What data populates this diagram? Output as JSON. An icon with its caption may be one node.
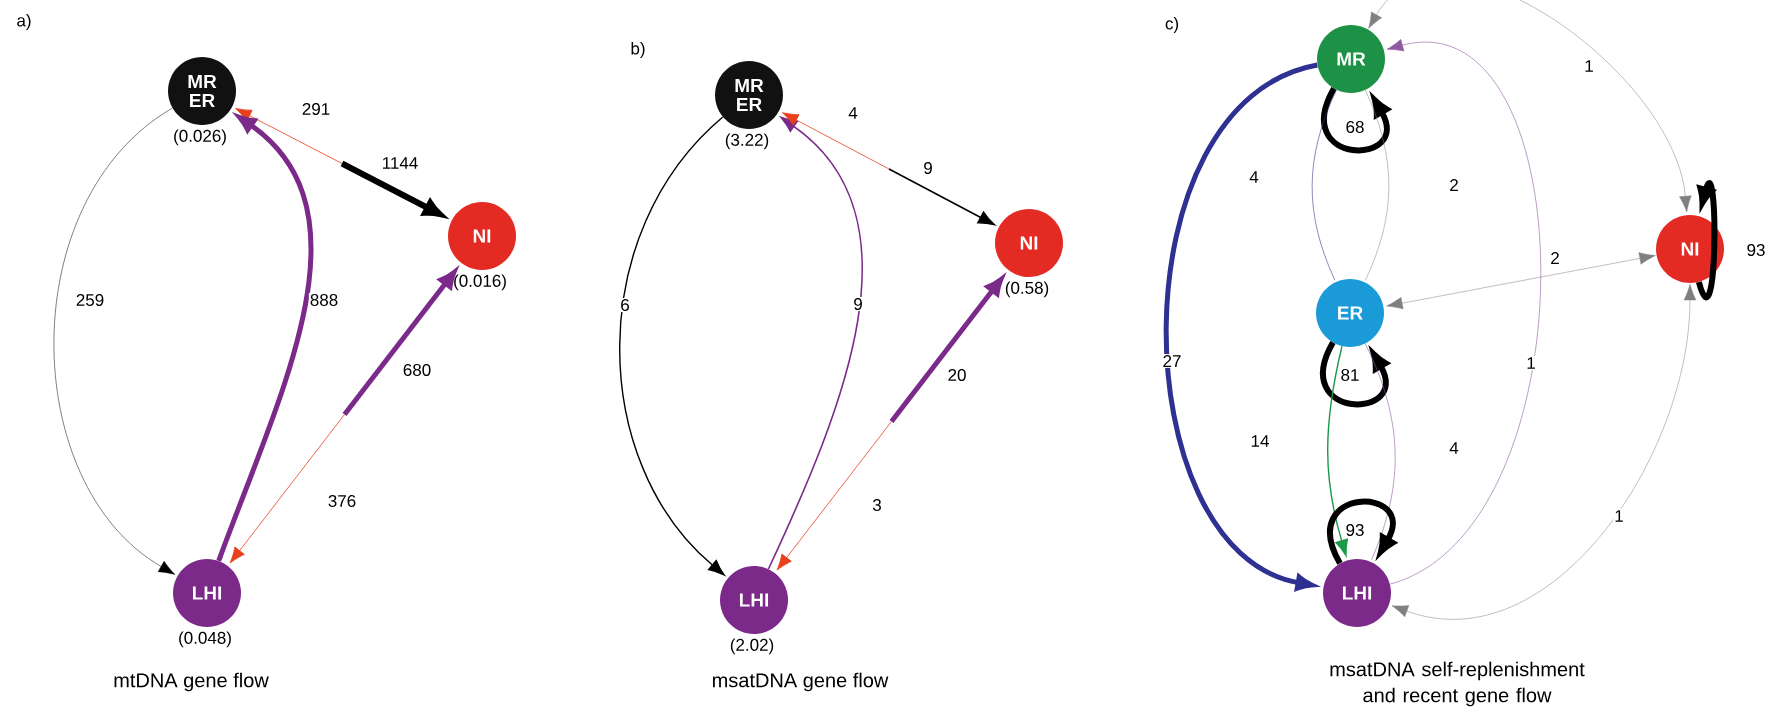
{
  "diagram": {
    "nodes": [
      {
        "text": [
          "MR ER"
        ],
        "beside": [
          "(0.026)"
        ]
      },
      {
        "text": [
          "NI"
        ],
        "beside": [
          "(0.016)"
        ]
      },
      {
        "text": [
          "LHI"
        ],
        "beside": [
          "(0.048)"
        ]
      },
      {
        "text": [
          "MR ER"
        ],
        "beside": [
          "(3.22)"
        ]
      },
      {
        "text": [
          "NI"
        ],
        "beside": [
          "(0.58)"
        ]
      },
      {
        "text": [
          "LHI"
        ],
        "beside": [
          "(2.02)"
        ]
      },
      {
        "text": [
          "MR"
        ]
      },
      {
        "text": [
          "ER"
        ]
      },
      {
        "text": [
          "LHI"
        ]
      },
      {
        "text": [
          "NI"
        ]
      }
    ],
    "edges": [
      {
        "from": null,
        "to": 1,
        "arrow": "to",
        "label": "1144",
        "style": "thick"
      },
      {
        "from": null,
        "to": 0,
        "arrow": "to",
        "label": "291",
        "color": "#e8401c"
      },
      {
        "from": 0,
        "to": 2,
        "arrow": "to",
        "label": "259"
      },
      {
        "from": 2,
        "to": 0,
        "arrow": "to",
        "label": "888",
        "style": "thick",
        "color": "#7b2a8a"
      },
      {
        "from": null,
        "to": 1,
        "arrow": "to",
        "label": "680",
        "style": "thick",
        "color": "#7b2a8a"
      },
      {
        "from": null,
        "to": 2,
        "arrow": "to",
        "label": "376",
        "color": "#e8401c"
      },
      {
        "from": 3,
        "to": 5,
        "arrow": "to",
        "label": "6"
      },
      {
        "from": 5,
        "to": 3,
        "arrow": "to",
        "label": "9",
        "color": "#7b2a8a"
      },
      {
        "from": null,
        "to": 4,
        "arrow": "to",
        "label": "9"
      },
      {
        "from": null,
        "to": 3,
        "arrow": "to",
        "label": "4",
        "color": "#e8401c"
      },
      {
        "from": null,
        "to": 4,
        "arrow": "to",
        "label": "20",
        "style": "thick",
        "color": "#7b2a8a"
      },
      {
        "from": null,
        "to": 5,
        "arrow": "to",
        "label": "3",
        "color": "#e8401c"
      },
      {
        "from": 6,
        "to": 6,
        "arrow": "to",
        "label": "68",
        "style": "thick"
      },
      {
        "from": 6,
        "to": 8,
        "arrow": "to",
        "label": "27",
        "style": "thick",
        "color": "#2e3192"
      },
      {
        "from": 6,
        "to": 7,
        "arrow": "none",
        "label": "4",
        "color": "#3b3b8f"
      },
      {
        "from": 6,
        "to": 7,
        "arrow": "none",
        "label": "2",
        "color": "#808080"
      },
      {
        "from": 8,
        "to": 6,
        "arrow": "to",
        "label": "1",
        "color": "#8e5aa0"
      },
      {
        "from": 6,
        "to": 9,
        "arrow": "both",
        "label": "1",
        "color": "#808080"
      },
      {
        "from": 7,
        "to": 7,
        "arrow": "to",
        "label": "81",
        "style": "thick"
      },
      {
        "from": 9,
        "to": 7,
        "arrow": "both",
        "label": "2",
        "color": "#808080"
      },
      {
        "from": 7,
        "to": 8,
        "arrow": "to",
        "label": "14",
        "color": "#1a9a48"
      },
      {
        "from": 7,
        "to": 8,
        "arrow": "none",
        "label": "4",
        "color": "#8e5aa0"
      },
      {
        "from": 8,
        "to": 8,
        "arrow": "to",
        "label": "93",
        "style": "thick"
      },
      {
        "from": 9,
        "to": 8,
        "arrow": "both",
        "label": "1",
        "color": "#808080"
      },
      {
        "from": 9,
        "to": 9,
        "arrow": "to",
        "label": "93",
        "style": "thick"
      }
    ],
    "labels": [
      "a)",
      "mtDNA gene flow",
      "b)",
      "msatDNA gene flow",
      "c)",
      "msatDNA self-replenishment and recent gene flow"
    ]
  }
}
